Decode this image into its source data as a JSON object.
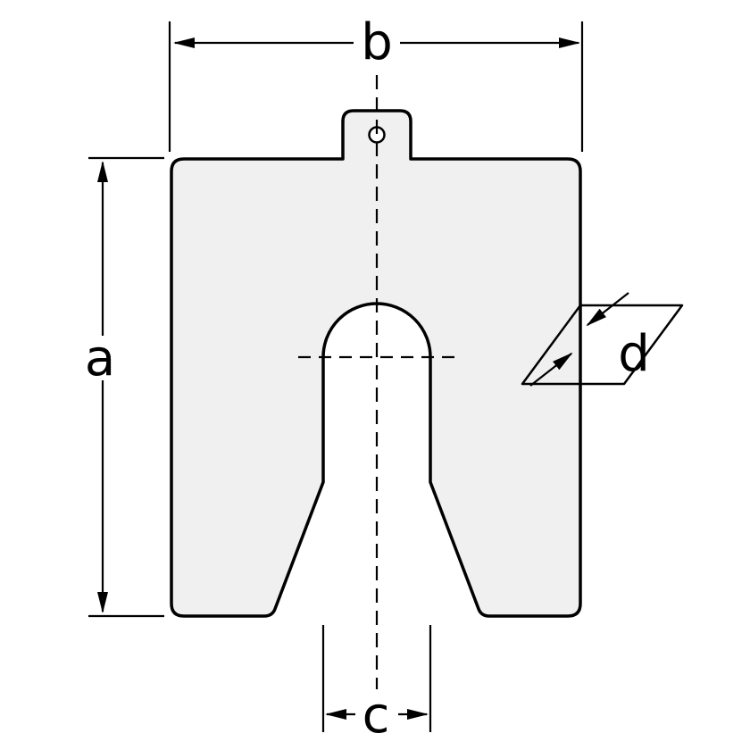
{
  "diagram": {
    "labels": {
      "a": "a",
      "b": "b",
      "c": "c",
      "d": "d"
    },
    "colors": {
      "shim_fill": "#f0f0f0",
      "hole_fill": "#ffffff",
      "stroke": "#000000",
      "background": "#ffffff"
    }
  }
}
